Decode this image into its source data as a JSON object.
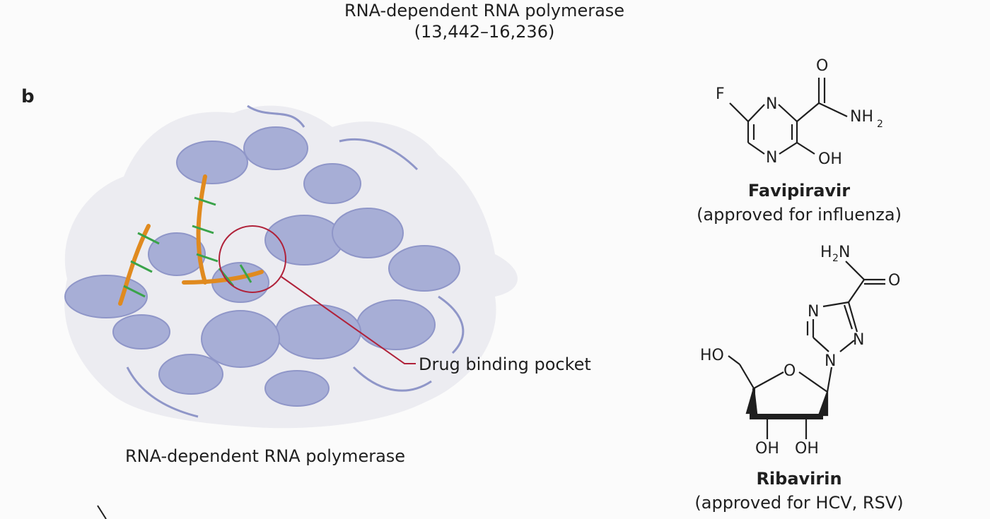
{
  "header": {
    "title_line1": "RNA-dependent RNA polymerase",
    "title_line2": "(13,442–16,236)"
  },
  "panel": {
    "letter": "b"
  },
  "protein": {
    "caption": "RNA-dependent RNA polymerase",
    "pocket_label": "Drug binding pocket",
    "colors": {
      "cartoon": "#a7aed6",
      "surface": "#e9e9ee",
      "rna": "#e08a1f",
      "pocket_circle": "#b0223a"
    }
  },
  "drugs": [
    {
      "name": "Favipiravir",
      "note": "(approved for influenza)",
      "atoms": {
        "f": "F",
        "n1": "N",
        "n2": "N",
        "o": "O",
        "nh": "NH",
        "nh_sub": "2",
        "oh": "OH"
      }
    },
    {
      "name": "Ribavirin",
      "note": "(approved for HCV, RSV)",
      "atoms": {
        "h2n_h": "H",
        "h2n_sub": "2",
        "h2n_n": "N",
        "o_carbonyl": "O",
        "n_a": "N",
        "n_b": "N",
        "n_c": "N",
        "ho": "HO",
        "o_ring": "O",
        "oh_left": "OH",
        "oh_right": "OH"
      }
    }
  ]
}
